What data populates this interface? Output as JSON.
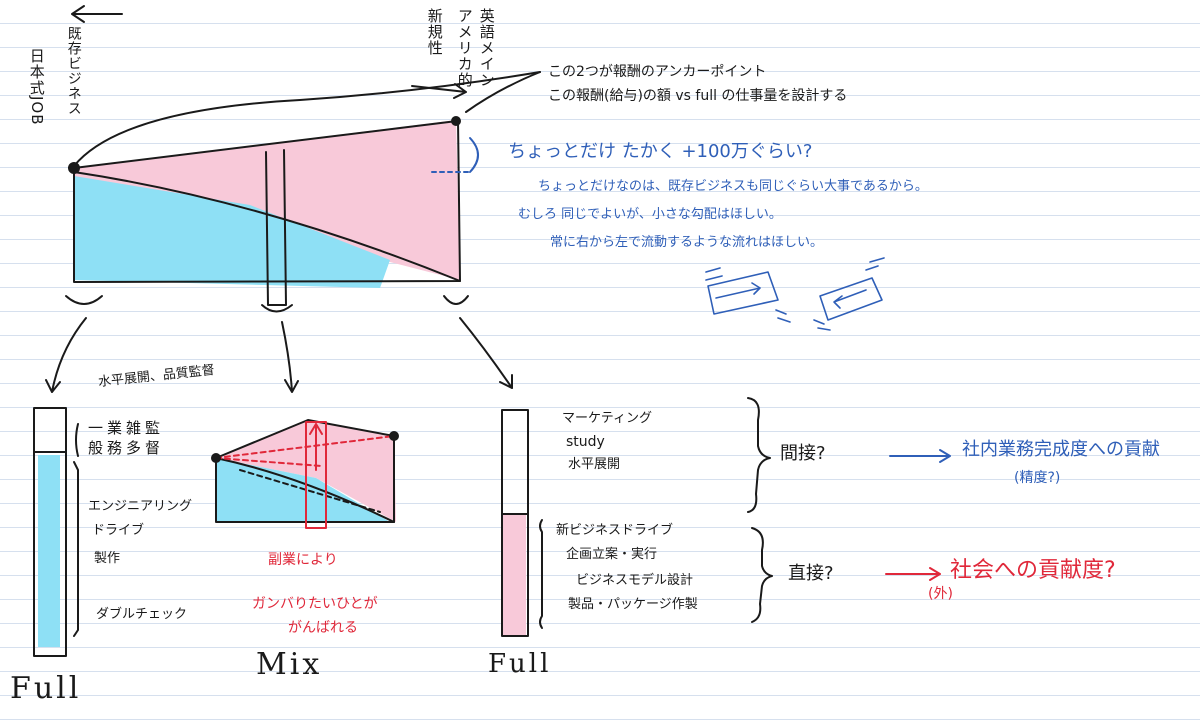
{
  "top": {
    "left_label": "日本式JOB",
    "left_label_lines": [
      "日本",
      "式",
      "JOB"
    ],
    "existing_business": "既存ビジネス",
    "new_label_lines": [
      "新",
      "規",
      "性"
    ],
    "english_label_lines": [
      "英",
      "語",
      "メ",
      "イ",
      "ン"
    ],
    "american_label_lines": [
      "ア",
      "メ",
      "リ",
      "カ",
      "的"
    ],
    "anchor_note_1": "この2つが報酬のアンカーポイント",
    "anchor_note_2": "この報酬(給与)の額 vs full の仕事量を設計する",
    "raise_note": "ちょっとだけ たかく +100万ぐらい?",
    "blue_note_1": "ちょっとだけなのは、既存ビジネスも同じぐらい大事であるから。",
    "blue_note_2": "むしろ 同じでよいが、小さな勾配はほしい。",
    "blue_note_3": "常に右から左で流動するような流れはほしい。"
  },
  "full_left": {
    "heading": "水平展開、品質監督",
    "items": [
      "一般業務",
      "雑多",
      "監督"
    ],
    "items_lines": [
      "一業雑監",
      "般務多督"
    ],
    "engineering": "エンジニアリング",
    "drive": "ドライブ",
    "make": "製作",
    "double_check": "ダブルチェック",
    "label": "Full"
  },
  "mix": {
    "red_note_1": "副業により",
    "red_note_2": "ガンバりたいひとが",
    "red_note_3": "がんばれる",
    "label": "Mix"
  },
  "full_right": {
    "marketing": "マーケティング",
    "study": "study",
    "horizontal": "水平展開",
    "new_biz": "新ビジネスドライブ",
    "plan": "企画立案・実行",
    "model": "ビジネスモデル設計",
    "product": "製品・パッケージ作製",
    "label": "Full"
  },
  "contribution": {
    "indirect_q": "間接?",
    "indirect_target": "社内業務完成度への貢献",
    "indirect_sub": "(精度?)",
    "direct_q": "直接?",
    "direct_target": "社会への貢献度?",
    "direct_sub": "(外)"
  },
  "colors": {
    "pink": "#f8c9d9",
    "cyan": "#8ee0f5",
    "ink": "#1a1a1a",
    "blue_ink": "#2f5fb8",
    "red_ink": "#e0283a"
  }
}
